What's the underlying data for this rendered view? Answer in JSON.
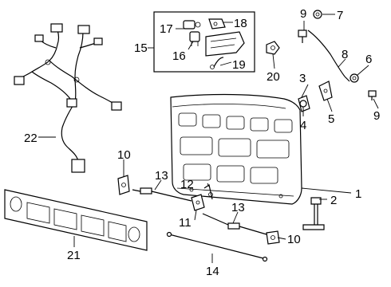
{
  "callouts": {
    "c1": "1",
    "c2": "2",
    "c3": "3",
    "c4": "4",
    "c5": "5",
    "c6": "6",
    "c7": "7",
    "c8": "8",
    "c9a": "9",
    "c9b": "9",
    "c10a": "10",
    "c10b": "10",
    "c11": "11",
    "c12": "12",
    "c13a": "13",
    "c13b": "13",
    "c14": "14",
    "c15": "15",
    "c16": "16",
    "c17": "17",
    "c18": "18",
    "c19": "19",
    "c20": "20",
    "c21": "21",
    "c22": "22"
  }
}
